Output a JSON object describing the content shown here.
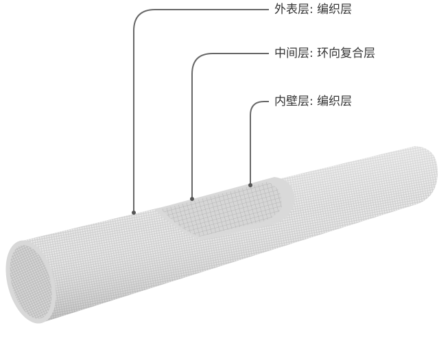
{
  "labels": {
    "outer": "外表层: 编织层",
    "middle": "中间层: 环向复合层",
    "inner": "内壁层: 编织层"
  },
  "colors": {
    "leader": "#666666",
    "pipe": "#e6e6e6",
    "text": "#333333"
  }
}
